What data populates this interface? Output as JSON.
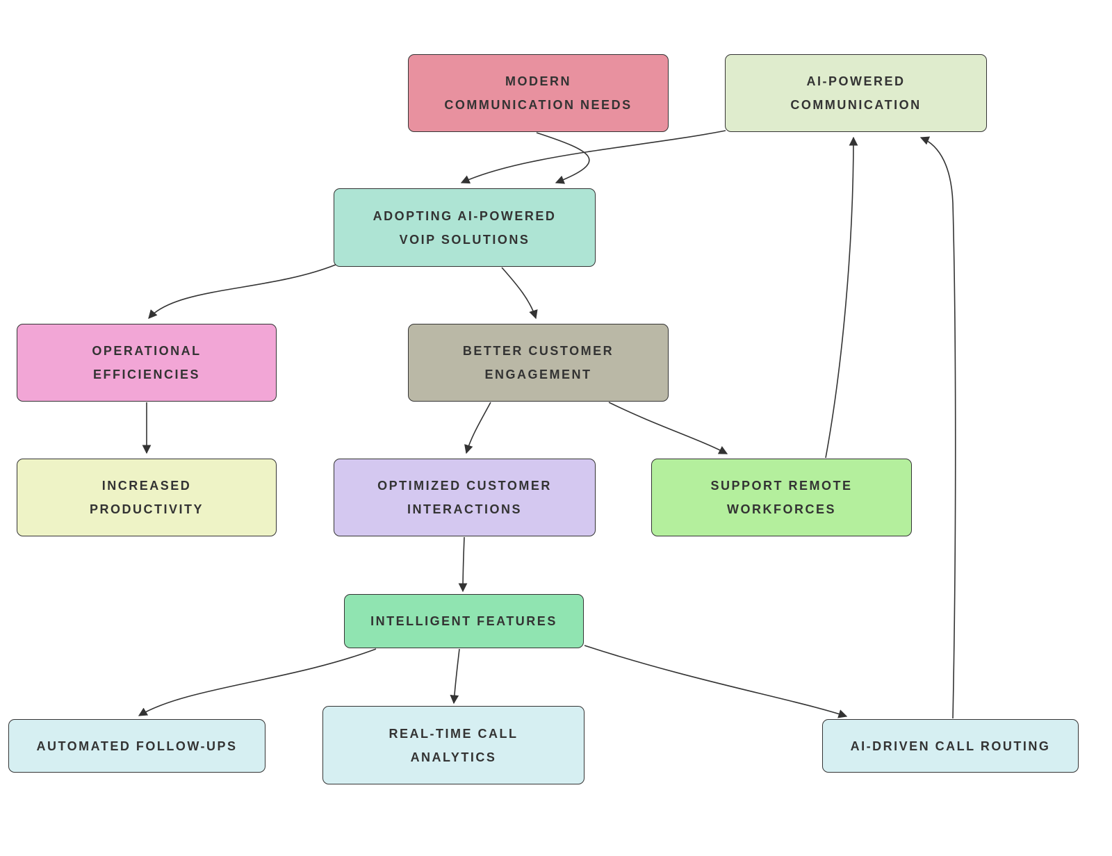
{
  "diagram": {
    "type": "flowchart",
    "background": "#ffffff",
    "edge_color": "#333333",
    "text_color": "#333333"
  },
  "nodes": [
    {
      "id": "modern-communication-needs",
      "label": "MODERN\nCOMMUNICATION NEEDS",
      "fill": "#e8919f"
    },
    {
      "id": "ai-powered-communication",
      "label": "AI-POWERED\nCOMMUNICATION",
      "fill": "#dfeccd"
    },
    {
      "id": "adopting-voip-solutions",
      "label": "ADOPTING AI-POWERED\nVOIP SOLUTIONS",
      "fill": "#aee4d4"
    },
    {
      "id": "operational-efficiencies",
      "label": "OPERATIONAL\nEFFICIENCIES",
      "fill": "#f2a6d6"
    },
    {
      "id": "better-customer-engagement",
      "label": "BETTER CUSTOMER\nENGAGEMENT",
      "fill": "#bab8a6"
    },
    {
      "id": "increased-productivity",
      "label": "INCREASED\nPRODUCTIVITY",
      "fill": "#eef3c6"
    },
    {
      "id": "optimized-customer-interactions",
      "label": "OPTIMIZED CUSTOMER\nINTERACTIONS",
      "fill": "#d4c8f0"
    },
    {
      "id": "support-remote-workforces",
      "label": "SUPPORT REMOTE\nWORKFORCES",
      "fill": "#b4ef9d"
    },
    {
      "id": "intelligent-features",
      "label": "INTELLIGENT FEATURES",
      "fill": "#90e4b1"
    },
    {
      "id": "automated-follow-ups",
      "label": "AUTOMATED FOLLOW-UPS",
      "fill": "#d6eff2"
    },
    {
      "id": "real-time-call-analytics",
      "label": "REAL-TIME CALL\nANALYTICS",
      "fill": "#d6eff2"
    },
    {
      "id": "ai-driven-call-routing",
      "label": "AI-DRIVEN CALL ROUTING",
      "fill": "#d6eff2"
    }
  ],
  "edges": [
    {
      "from": "modern-communication-needs",
      "to": "adopting-voip-solutions"
    },
    {
      "from": "ai-powered-communication",
      "to": "adopting-voip-solutions"
    },
    {
      "from": "adopting-voip-solutions",
      "to": "operational-efficiencies"
    },
    {
      "from": "adopting-voip-solutions",
      "to": "better-customer-engagement"
    },
    {
      "from": "operational-efficiencies",
      "to": "increased-productivity"
    },
    {
      "from": "better-customer-engagement",
      "to": "optimized-customer-interactions"
    },
    {
      "from": "better-customer-engagement",
      "to": "support-remote-workforces"
    },
    {
      "from": "support-remote-workforces",
      "to": "ai-powered-communication"
    },
    {
      "from": "optimized-customer-interactions",
      "to": "intelligent-features"
    },
    {
      "from": "intelligent-features",
      "to": "automated-follow-ups"
    },
    {
      "from": "intelligent-features",
      "to": "real-time-call-analytics"
    },
    {
      "from": "intelligent-features",
      "to": "ai-driven-call-routing"
    },
    {
      "from": "ai-driven-call-routing",
      "to": "ai-powered-communication"
    }
  ]
}
